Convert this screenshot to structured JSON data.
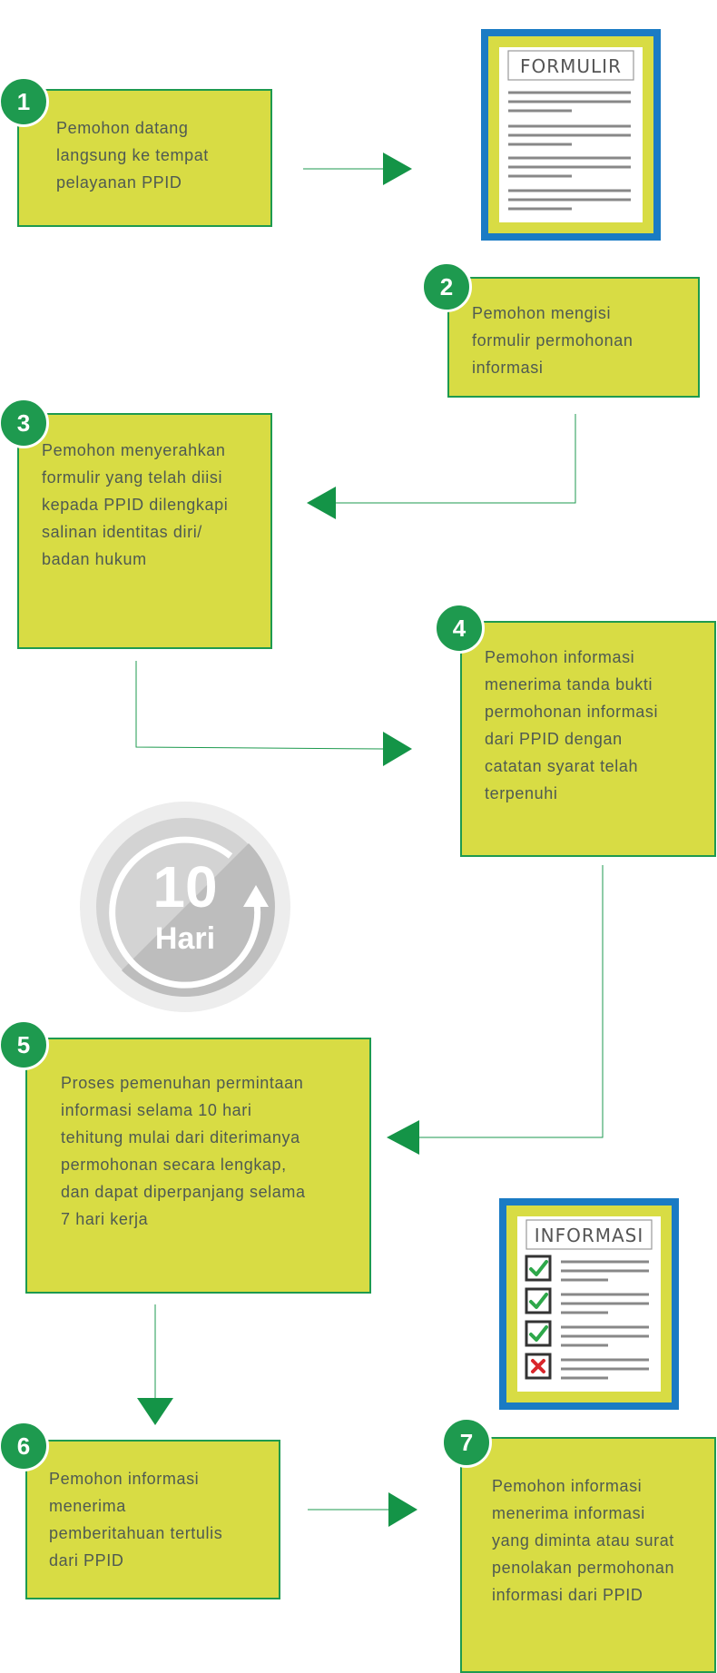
{
  "colors": {
    "box_fill": "#d8dc44",
    "accent_green": "#1e9a4f",
    "doc_border_blue": "#1a7bc4",
    "check_green": "#2ea84a",
    "cross_red": "#d9262b",
    "timer_grey": "#c8c8c8"
  },
  "steps": [
    {
      "number": "1",
      "text": "Pemohon datang\nlangsung ke tempat\npelayanan PPID"
    },
    {
      "number": "2",
      "text": "Pemohon mengisi\nformulir permohonan\ninformasi"
    },
    {
      "number": "3",
      "text": "Pemohon menyerahkan\nformulir yang telah diisi\nkepada PPID dilengkapi\nsalinan identitas diri/\nbadan hukum"
    },
    {
      "number": "4",
      "text": "Pemohon informasi\nmenerima tanda bukti\npermohonan informasi\ndari PPID dengan\ncatatan syarat telah\nterpenuhi"
    },
    {
      "number": "5",
      "text": "Proses pemenuhan permintaan\ninformasi selama 10 hari\ntehitung mulai dari diterimanya\npermohonan secara lengkap,\ndan dapat diperpanjang selama\n7 hari kerja"
    },
    {
      "number": "6",
      "text": "Pemohon informasi\nmenerima\npemberitahuan tertulis\ndari PPID"
    },
    {
      "number": "7",
      "text": "Pemohon informasi\nmenerima informasi\nyang diminta atau surat\npenolakan permohonan\ninformasi dari PPID"
    }
  ],
  "formulir_doc": {
    "title": "FORMULIR",
    "icon": "form-document-icon"
  },
  "informasi_doc": {
    "title": "INFORMASI",
    "icon": "checklist-document-icon",
    "checklist": [
      "check",
      "check",
      "check",
      "cross"
    ]
  },
  "timer": {
    "number": "10",
    "unit": "Hari",
    "icon": "countdown-timer-icon"
  }
}
